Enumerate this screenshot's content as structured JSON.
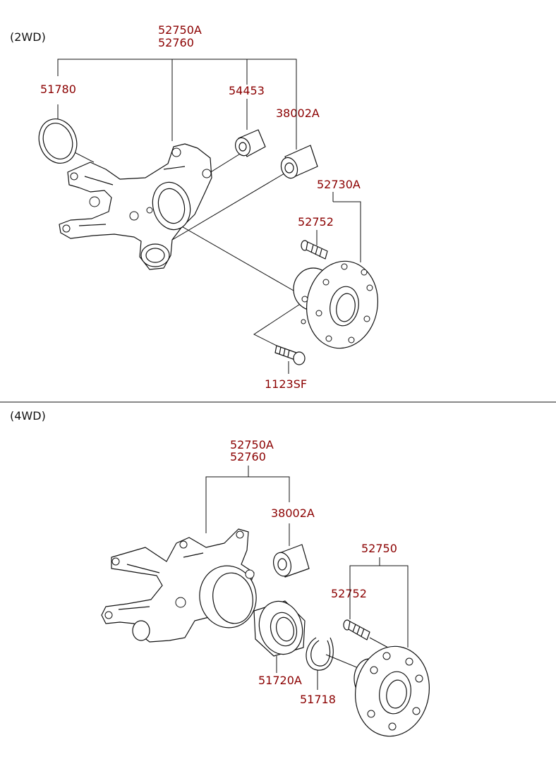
{
  "sections": [
    {
      "heading": "(2WD)",
      "labels": {
        "knuckle_a": "52750A",
        "knuckle_b": "52760",
        "dust_cover": "51780",
        "bushing_upper": "54453",
        "bushing_lower": "38002A",
        "hub_assembly": "52730A",
        "hub_bolt": "52752",
        "mount_bolt": "1123SF"
      }
    },
    {
      "heading": "(4WD)",
      "labels": {
        "knuckle_a": "52750A",
        "knuckle_b": "52760",
        "bushing": "38002A",
        "hub": "52750",
        "hub_bolt": "52752",
        "bearing": "51720A",
        "snap_ring": "51718"
      }
    }
  ],
  "colors": {
    "label": "#8b0000",
    "line": "#111111",
    "background": "#ffffff"
  }
}
